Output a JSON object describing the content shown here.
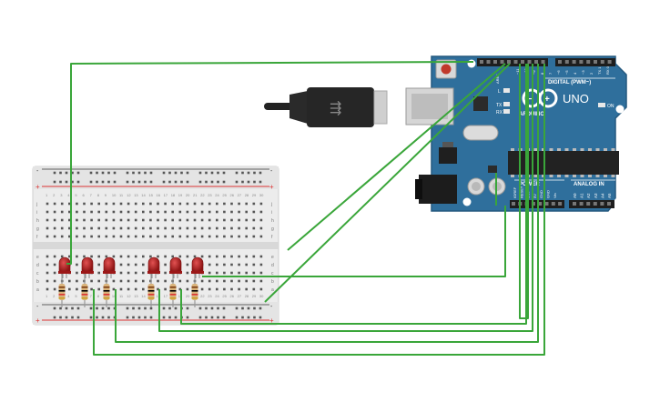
{
  "colors": {
    "board": "#2f6f9c",
    "board_dark": "#25597f",
    "wire": "#3aa63a",
    "led": "#b51d1d",
    "breadboard": "#e9e9e9",
    "rail_red": "#d33",
    "rail_blue": "#222"
  },
  "arduino": {
    "digital_label": "DIGITAL (PWM~)",
    "model_label": "UNO",
    "brand_label": "ARDUINO",
    "power_label": "POWER",
    "analog_label": "ANALOG IN",
    "on_label": "ON",
    "aref_label": "AREF",
    "l_label": "L",
    "tx_label": "TX",
    "rx_label": "RX",
    "digital_pins": [
      "~11",
      "~10",
      "~9",
      "8",
      "7",
      "~6",
      "~5",
      "4",
      "~3",
      "2",
      "TX 1",
      "RX 0"
    ],
    "power_pins": [
      "IOREF",
      "RESET",
      "3.3V",
      "5V",
      "GND",
      "GND",
      "Vin"
    ],
    "analog_pins": [
      "A0",
      "A1",
      "A2",
      "A3",
      "A4",
      "A5"
    ]
  },
  "breadboard": {
    "top_rows": [
      "j",
      "i",
      "h",
      "g",
      "f"
    ],
    "bottom_rows": [
      "e",
      "d",
      "c",
      "b",
      "a"
    ],
    "columns": [
      "1",
      "2",
      "3",
      "4",
      "5",
      "6",
      "7",
      "8",
      "9",
      "10",
      "11",
      "12",
      "13",
      "14",
      "15",
      "16",
      "17",
      "18",
      "19",
      "20",
      "21",
      "22",
      "23",
      "24",
      "25",
      "26",
      "27",
      "28",
      "29",
      "30"
    ],
    "rail_plus": "+",
    "rail_minus": "-"
  },
  "leds": [
    {
      "name": "led-1"
    },
    {
      "name": "led-2"
    },
    {
      "name": "led-3"
    },
    {
      "name": "led-4"
    },
    {
      "name": "led-5"
    },
    {
      "name": "led-6"
    }
  ]
}
